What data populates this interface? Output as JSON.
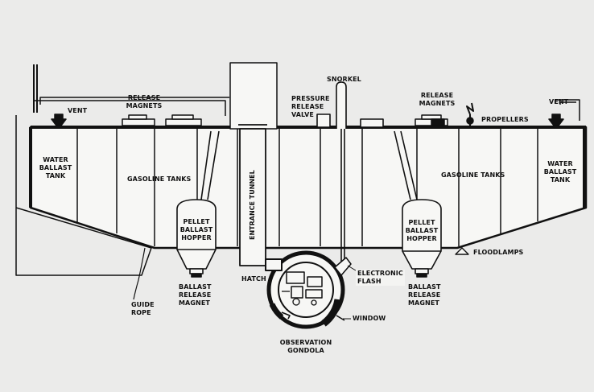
{
  "labels": {
    "vent_left": "VENT",
    "release_magnets_left": [
      "RELEASE",
      "MAGNETS"
    ],
    "pressure_release_valve": [
      "PRESSURE",
      "RELEASE",
      "VALVE"
    ],
    "snorkel": "SNORKEL",
    "release_magnets_right": [
      "RELEASE",
      "MAGNETS"
    ],
    "propellers": "PROPELLERS",
    "vent_right": "VENT",
    "water_ballast_tank_left": [
      "WATER",
      "BALLAST",
      "TANK"
    ],
    "gasoline_tanks_left": "GASOLINE TANKS",
    "entrance_tunnel": "ENTRANCE TUNNEL",
    "gasoline_tanks_right": "GASOLINE TANKS",
    "water_ballast_tank_right": [
      "WATER",
      "BALLAST",
      "TANK"
    ],
    "pellet_ballast_hopper_left": [
      "PELLET",
      "BALLAST",
      "HOPPER"
    ],
    "pellet_ballast_hopper_right": [
      "PELLET",
      "BALLAST",
      "HOPPER"
    ],
    "floodlamps": "FLOODLAMPS",
    "electronic_flash": [
      "ELECTRONIC",
      "FLASH"
    ],
    "hatch": "HATCH",
    "ballast_release_magnet_left": [
      "BALLAST",
      "RELEASE",
      "MAGNET"
    ],
    "ballast_release_magnet_right": [
      "BALLAST",
      "RELEASE",
      "MAGNET"
    ],
    "guide_rope": [
      "GUIDE",
      "ROPE"
    ],
    "window": "WINDOW",
    "observation_gondola": [
      "OBSERVATION",
      "GONDOLA"
    ]
  }
}
